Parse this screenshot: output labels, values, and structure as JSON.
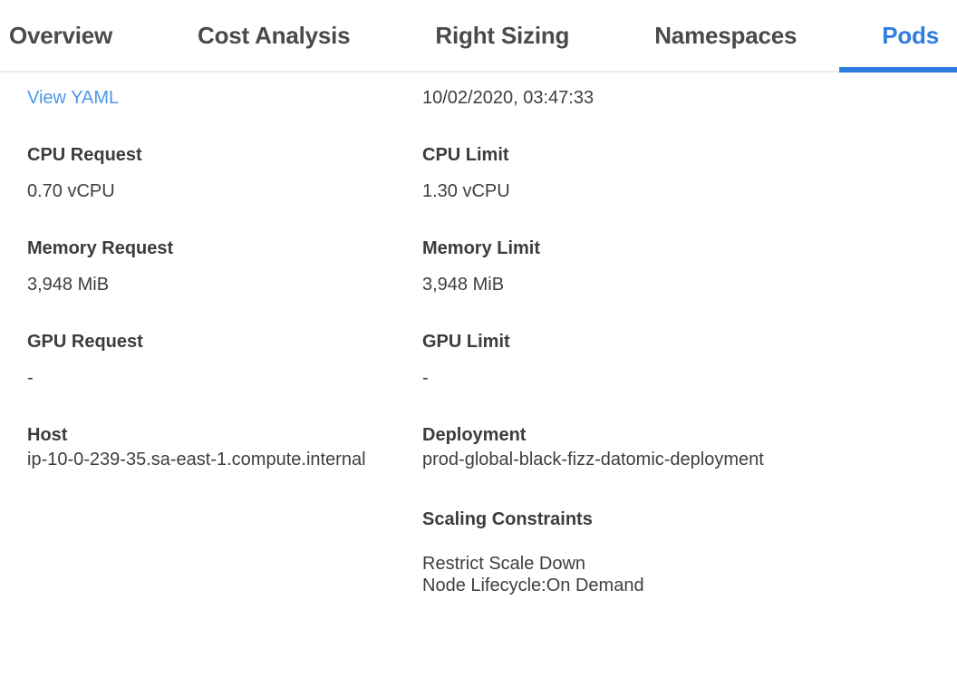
{
  "tabs": {
    "items": [
      {
        "label": "Overview",
        "active": false
      },
      {
        "label": "Cost Analysis",
        "active": false
      },
      {
        "label": "Right Sizing",
        "active": false
      },
      {
        "label": "Namespaces",
        "active": false
      },
      {
        "label": "Pods",
        "active": true
      }
    ]
  },
  "details": {
    "view_yaml_link": "View YAML",
    "timestamp": "10/02/2020, 03:47:33",
    "fields": {
      "cpu_request": {
        "label": "CPU Request",
        "value": "0.70 vCPU"
      },
      "cpu_limit": {
        "label": "CPU Limit",
        "value": "1.30 vCPU"
      },
      "memory_request": {
        "label": "Memory Request",
        "value": "3,948 MiB"
      },
      "memory_limit": {
        "label": "Memory Limit",
        "value": "3,948 MiB"
      },
      "gpu_request": {
        "label": "GPU Request",
        "value": "-"
      },
      "gpu_limit": {
        "label": "GPU Limit",
        "value": "-"
      },
      "host": {
        "label": "Host",
        "value": "ip-10-0-239-35.sa-east-1.compute.internal"
      },
      "deployment": {
        "label": "Deployment",
        "value": "prod-global-black-fizz-datomic-deployment"
      }
    },
    "scaling_constraints": {
      "label": "Scaling Constraints",
      "items": [
        "Restrict Scale Down",
        "Node Lifecycle:On Demand"
      ]
    }
  },
  "colors": {
    "accent_blue": "#2f7de1",
    "link_blue": "#4d96e8",
    "text_dark": "#3e3e3e",
    "tab_inactive": "#4a4a4a",
    "divider": "#ececec"
  }
}
